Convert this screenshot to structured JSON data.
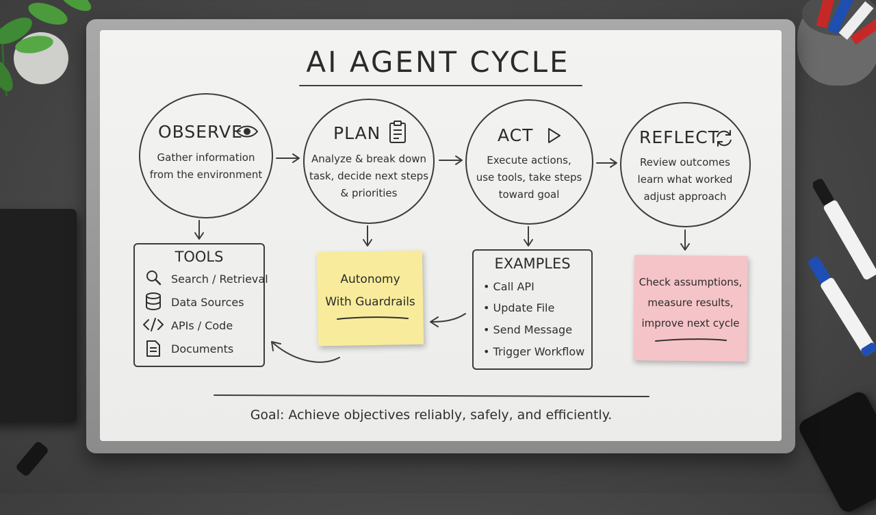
{
  "title": "AI AGENT CYCLE",
  "stages": [
    {
      "name": "OBSERVE",
      "icon": "eye-icon",
      "lines": [
        "Gather information",
        "from the environment"
      ]
    },
    {
      "name": "PLAN",
      "icon": "clipboard-icon",
      "lines": [
        "Analyze & break down",
        "task, decide next steps",
        "& priorities"
      ]
    },
    {
      "name": "ACT",
      "icon": "play-icon",
      "lines": [
        "Execute actions,",
        "use tools, take steps",
        "toward goal"
      ]
    },
    {
      "name": "REFLECT",
      "icon": "refresh-icon",
      "lines": [
        "Review outcomes",
        "learn what worked",
        "adjust approach"
      ]
    }
  ],
  "tools": {
    "title": "TOOLS",
    "items": [
      {
        "label": "Search / Retrieval",
        "icon": "search-icon"
      },
      {
        "label": "Data Sources",
        "icon": "database-icon"
      },
      {
        "label": "APIs / Code",
        "icon": "code-icon"
      },
      {
        "label": "Documents",
        "icon": "document-icon"
      }
    ]
  },
  "plan_note": {
    "lines": [
      "Autonomy",
      "With Guardrails"
    ]
  },
  "examples": {
    "title": "EXAMPLES",
    "items": [
      "• Call API",
      "• Update File",
      "• Send Message",
      "• Trigger Workflow"
    ]
  },
  "reflect_note": {
    "lines": [
      "Check assumptions,",
      "measure results,",
      "improve next cycle"
    ]
  },
  "goal": "Goal: Achieve objectives reliably, safely, and efficiently.",
  "colors": {
    "marker_ink": "#2f2f2f",
    "sticky_yellow": "#f8ec9c",
    "sticky_pink": "#f5c4c8",
    "board": "#efefed",
    "frame": "#9b9b9b",
    "desk": "#474747"
  }
}
